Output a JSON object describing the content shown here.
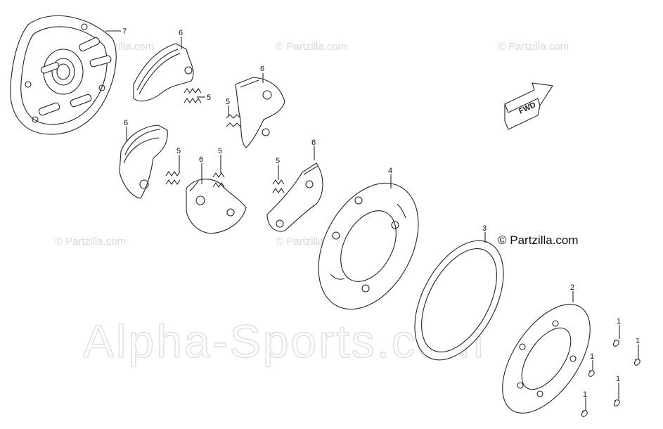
{
  "watermarks": {
    "small": "© Partzilla.com",
    "main": "© Partzilla.com",
    "large": "Alpha-Sports.com"
  },
  "fwd_arrow_label": "FWD",
  "callouts": {
    "c7": "7",
    "c6a": "6",
    "c6b": "6",
    "c6c": "6",
    "c6d": "6",
    "c6e": "6",
    "c5a": "5",
    "c5b": "5",
    "c5c": "5",
    "c5d": "5",
    "c5e": "5",
    "c4": "4",
    "c3": "3",
    "c2": "2",
    "c1a": "1",
    "c1b": "1",
    "c1c": "1",
    "c1d": "1",
    "c1e": "1"
  }
}
